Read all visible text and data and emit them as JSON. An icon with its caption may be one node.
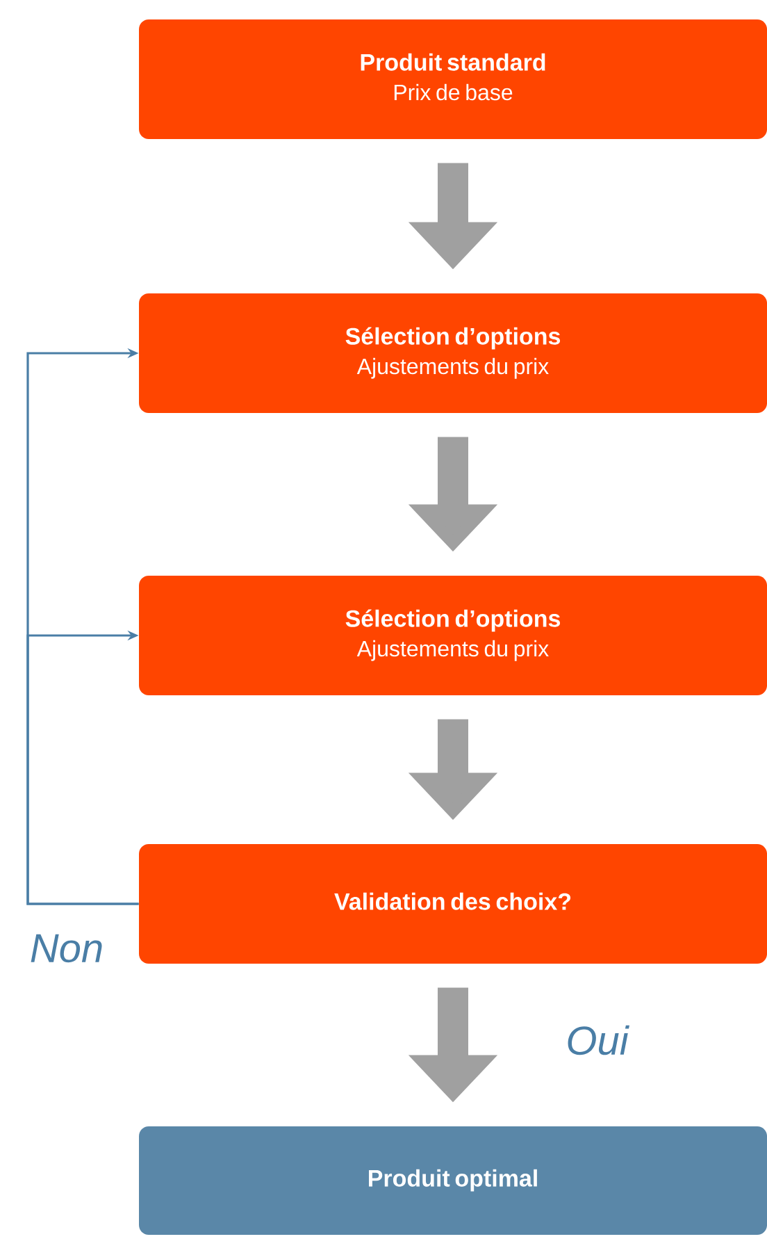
{
  "diagram": {
    "nodes": [
      {
        "text": [
          "Produit standard",
          "Prix de base"
        ]
      },
      {
        "text": [
          "Sélection d’options",
          "Ajustements du prix"
        ]
      },
      {
        "text": [
          "Sélection d’options",
          "Ajustements du prix"
        ]
      },
      {
        "text": [
          "Validation des choix?"
        ]
      },
      {
        "text": [
          "Produit optimal"
        ]
      }
    ],
    "edges": [
      {
        "from": 0,
        "to": 1,
        "arrow": "to"
      },
      {
        "from": 1,
        "to": 2,
        "arrow": "to"
      },
      {
        "from": 2,
        "to": 3,
        "arrow": "to"
      },
      {
        "from": 3,
        "to": 4,
        "arrow": "to",
        "label": "Oui"
      },
      {
        "from": 3,
        "to": 1,
        "arrow": "to",
        "label": "Non",
        "color": "#4a7ea6"
      },
      {
        "from": 3,
        "to": 2,
        "arrow": "to",
        "color": "#4a7ea6"
      }
    ]
  }
}
